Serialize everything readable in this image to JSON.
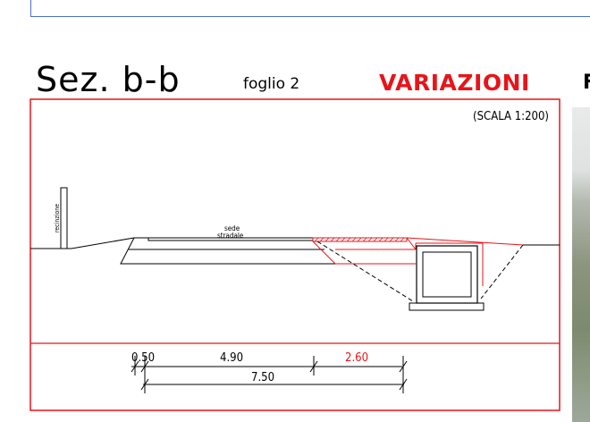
{
  "title": {
    "section": "Sez. b-b",
    "sheet": "foglio 2",
    "variations": "VARIAZIONI",
    "side_label": "F"
  },
  "drawing": {
    "scale": "(SCALA 1:200)",
    "fence_label": "recinzione",
    "road_label_line1": "sede",
    "road_label_line2": "stradale"
  },
  "dimensions": {
    "d1": "0.50",
    "d2": "4.90",
    "d3": "2.60",
    "total": "7.50"
  },
  "colors": {
    "frame": "#e8141a",
    "line": "#000000",
    "variation": "#e8141a",
    "top_panel": "#4a6fd0"
  }
}
